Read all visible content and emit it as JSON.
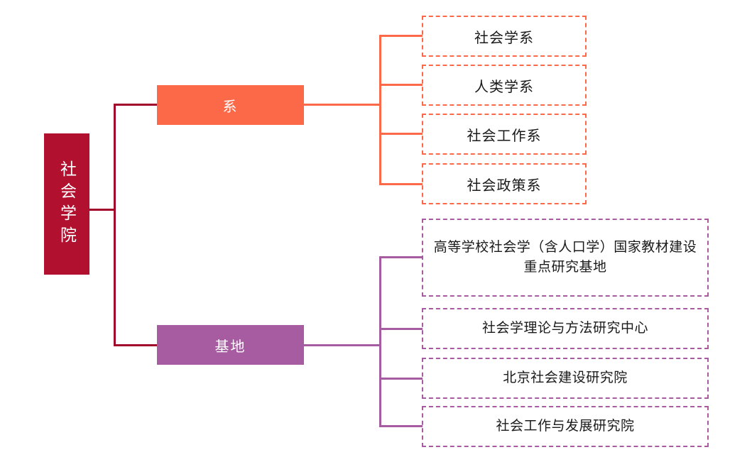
{
  "diagram": {
    "type": "organization-tree",
    "title_visible": false,
    "colors": {
      "root": "#B2102F",
      "root_connector": "#A1072A",
      "department": "#FB6949",
      "base": "#A75BA1",
      "leaf_text": "#1a1a1a",
      "node_text": "#ffffff",
      "background": "#ffffff"
    },
    "root": {
      "label": "社会学院",
      "orientation": "vertical"
    },
    "branches": [
      {
        "key": "departments",
        "label": "系",
        "color": "#FB6949",
        "children": [
          {
            "label": "社会学系"
          },
          {
            "label": "人类学系"
          },
          {
            "label": "社会工作系"
          },
          {
            "label": "社会政策系"
          }
        ]
      },
      {
        "key": "bases",
        "label": "基地",
        "color": "#A75BA1",
        "children": [
          {
            "label": "高等学校社会学（含人口学）国家教材建设重点研究基地"
          },
          {
            "label": "社会学理论与方法研究中心"
          },
          {
            "label": "北京社会建设研究院"
          },
          {
            "label": "社会工作与发展研究院"
          }
        ]
      }
    ]
  }
}
